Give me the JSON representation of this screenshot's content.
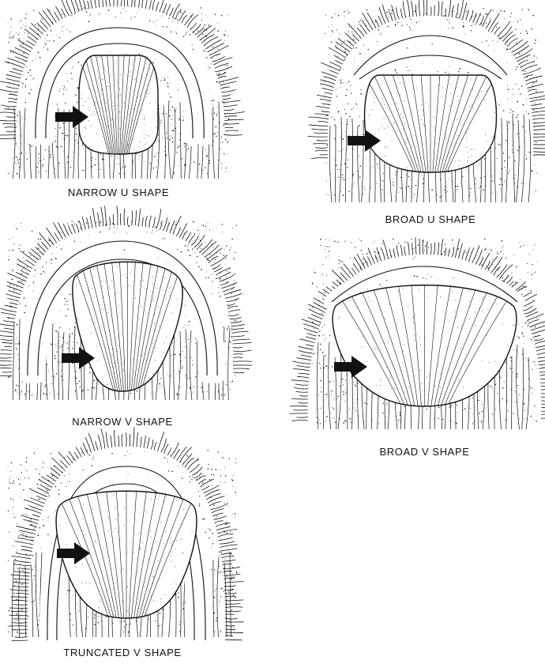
{
  "figures": [
    {
      "id": "narrow-u",
      "caption": "NARROW  U  SHAPE"
    },
    {
      "id": "broad-u",
      "caption": "BROAD  U  SHAPE"
    },
    {
      "id": "narrow-v",
      "caption": "NARROW  V  SHAPE"
    },
    {
      "id": "broad-v",
      "caption": "BROAD  V  SHAPE"
    },
    {
      "id": "truncated-v",
      "caption": "TRUNCATED  V  SHAPE"
    }
  ],
  "colors": {
    "ink": "#111111",
    "paper": "#ffffff"
  },
  "icons": {
    "arrow": "arrow-right-icon"
  }
}
